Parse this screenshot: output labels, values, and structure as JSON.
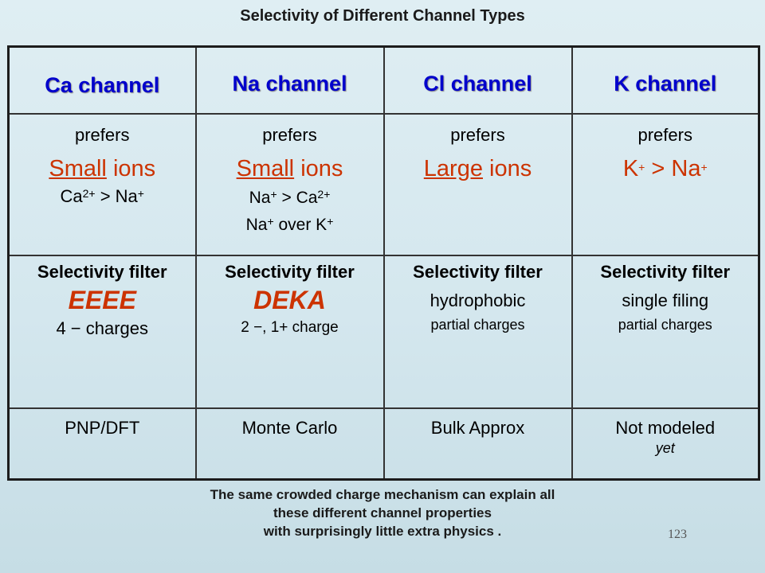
{
  "title": "Selectivity of Different Channel Types",
  "headers": [
    "Ca channel",
    "Na channel",
    "Cl channel",
    "K channel"
  ],
  "preference": {
    "prefers_label": "prefers",
    "ca": {
      "size_word": "Small",
      "ions_word": "ions",
      "rel_base1": "Ca",
      "rel_sup1": "2+",
      "rel_mid": " > Na",
      "rel_sup2": "+"
    },
    "na": {
      "size_word": "Small",
      "ions_word": "ions",
      "rel1_base1": "Na",
      "rel1_sup1": "+",
      "rel1_mid": " > Ca",
      "rel1_sup2": "2+",
      "rel2_base1": "Na",
      "rel2_sup1": "+",
      "rel2_mid": " over K",
      "rel2_sup2": "+"
    },
    "cl": {
      "size_word": "Large",
      "ions_word": "ions"
    },
    "k": {
      "base1": "K",
      "sup1": "+",
      "mid": " > Na",
      "sup2": "+"
    }
  },
  "filter": {
    "label": "Selectivity filter",
    "ca": {
      "code": "EEEE",
      "charge": "4 − charges"
    },
    "na": {
      "code": "DEKA",
      "charge": "2 −, 1+ charge"
    },
    "cl": {
      "desc": "hydrophobic",
      "sub": "partial charges"
    },
    "k": {
      "desc": "single filing",
      "sub": "partial charges"
    }
  },
  "models": {
    "ca": "PNP/DFT",
    "na": "Monte Carlo",
    "cl": "Bulk Approx",
    "k": "Not modeled",
    "k_sub": "yet"
  },
  "footer": [
    "The same crowded charge mechanism can explain all",
    "these different channel properties",
    "with surprisingly little extra physics ."
  ],
  "page_number": "123"
}
